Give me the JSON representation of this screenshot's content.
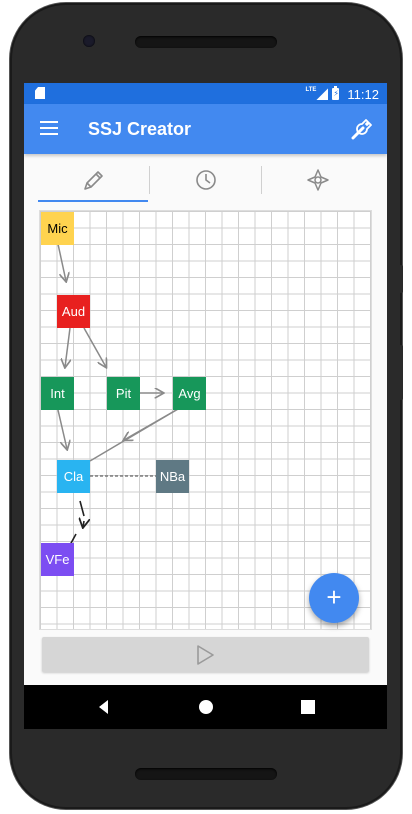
{
  "status_bar": {
    "network": "LTE",
    "battery_glyph": "⚡",
    "time": "11:12",
    "background": "#1f6fde"
  },
  "app_bar": {
    "title": "SSJ Creator",
    "background": "#4289f0",
    "menu_icon": "hamburger-menu-icon",
    "action_icon": "wrench-icon"
  },
  "tabs": [
    {
      "icon": "pencil-icon",
      "selected": true
    },
    {
      "icon": "clock-icon",
      "selected": false
    },
    {
      "icon": "crosshair-icon",
      "selected": false
    }
  ],
  "pipeline": {
    "nodes": [
      {
        "id": "mic",
        "label": "Mic",
        "color": "#ffd34f",
        "text_color": "#000000"
      },
      {
        "id": "aud",
        "label": "Aud",
        "color": "#e8201f",
        "text_color": "#ffffff"
      },
      {
        "id": "int",
        "label": "Int",
        "color": "#17975a",
        "text_color": "#ffffff"
      },
      {
        "id": "pit",
        "label": "Pit",
        "color": "#17975a",
        "text_color": "#ffffff"
      },
      {
        "id": "avg",
        "label": "Avg",
        "color": "#17975a",
        "text_color": "#ffffff"
      },
      {
        "id": "cla",
        "label": "Cla",
        "color": "#29b4f1",
        "text_color": "#ffffff"
      },
      {
        "id": "nba",
        "label": "NBa",
        "color": "#5f7984",
        "text_color": "#ffffff"
      },
      {
        "id": "vfe",
        "label": "VFe",
        "color": "#7c4df2",
        "text_color": "#ffffff"
      }
    ]
  },
  "fab": {
    "label": "+",
    "icon": "add-icon"
  },
  "play_button": {
    "icon": "play-icon"
  },
  "nav_bar": {
    "back": "back-icon",
    "home": "home-icon",
    "recents": "recents-icon"
  }
}
